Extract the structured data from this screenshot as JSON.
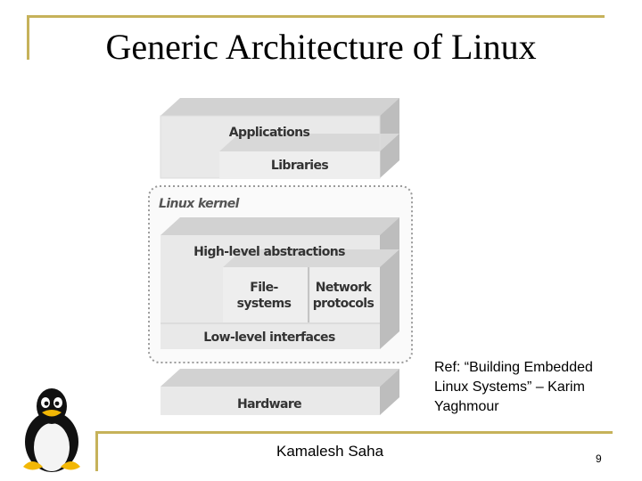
{
  "slide": {
    "title": "Generic Architecture of Linux",
    "reference": "Ref: “Building Embedded Linux Systems” – Karim Yaghmour",
    "author": "Kamalesh Saha",
    "page_number": "9"
  },
  "diagram": {
    "applications": "Applications",
    "libraries": "Libraries",
    "kernel_label": "Linux kernel",
    "high_level": "High-level abstractions",
    "filesystems_line1": "File-",
    "filesystems_line2": "systems",
    "network_line1": "Network",
    "network_line2": "protocols",
    "low_level": "Low-level interfaces",
    "hardware": "Hardware"
  },
  "icons": {
    "mascot": "tux-penguin-icon"
  },
  "colors": {
    "accent": "#c6b25a",
    "layer_front": "#e9e9e9",
    "layer_top": "#d2d2d2",
    "layer_side": "#bdbdbd"
  }
}
